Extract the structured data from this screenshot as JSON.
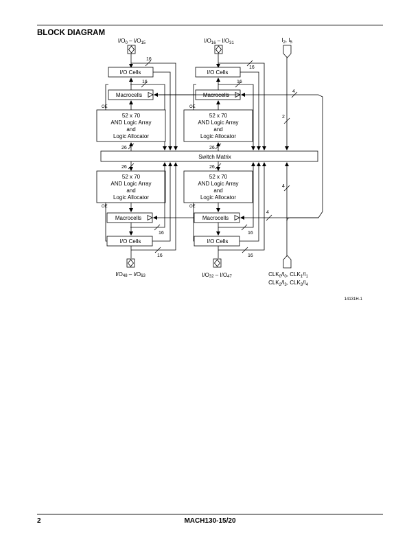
{
  "header": {
    "section_title": "BLOCK DIAGRAM"
  },
  "footer": {
    "page_number": "2",
    "part_name": "MACH130-15/20"
  },
  "diagram": {
    "figure_id": "14131H-1",
    "io_cells": "I/O Cells",
    "macrocells": "Macrocells",
    "oe": "OE",
    "switch_matrix": "Switch Matrix",
    "logic_block": {
      "line1": "52 x 70",
      "line2": "AND Logic Array",
      "line3": "and",
      "line4": "Logic Allocator"
    },
    "pins": {
      "top_left": {
        "a": "I/O",
        "a_sub": "0",
        "dash": " – I/O",
        "b_sub": "15"
      },
      "top_right": {
        "a": "I/O",
        "a_sub": "16",
        "dash": " – I/O",
        "b_sub": "31"
      },
      "bottom_left": {
        "a": "I/O",
        "a_sub": "48",
        "dash": " – I/O",
        "b_sub": "63"
      },
      "bottom_right": {
        "a": "I/O",
        "a_sub": "32",
        "dash": " – I/O",
        "b_sub": "47"
      },
      "dedicated_inputs": {
        "a": "I",
        "a_sub": "2",
        "sep": ", I",
        "b_sub": "5"
      },
      "clocks_line1": {
        "p1": "CLK",
        "s1": "0",
        "p2": "/I",
        "s2": "0",
        "p3": ", CLK",
        "s3": "1",
        "p4": "/I",
        "s4": "1"
      },
      "clocks_line2": {
        "p1": "CLK",
        "s1": "2",
        "p2": "/I",
        "s2": "3",
        "p3": ", CLK",
        "s3": "3",
        "p4": "/I",
        "s4": "4"
      }
    },
    "bus_widths": {
      "w16": "16",
      "w26": "26",
      "w4": "4",
      "w2": "2"
    }
  }
}
